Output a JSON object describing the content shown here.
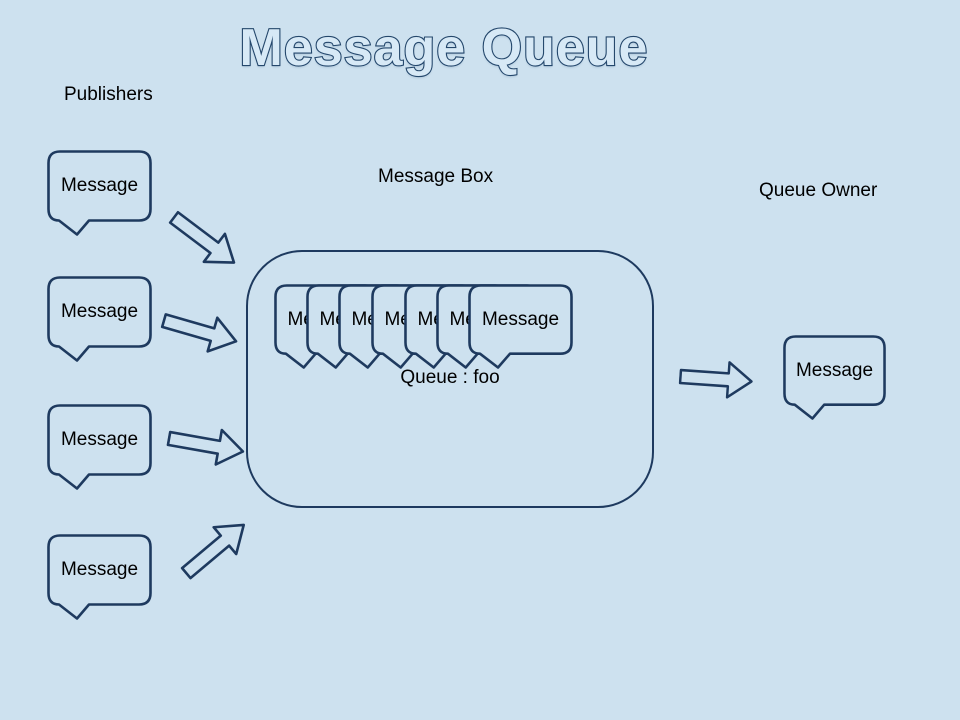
{
  "title": "Message Queue",
  "sections": {
    "publishers_label": "Publishers",
    "message_box_label": "Message Box",
    "queue_owner_label": "Queue Owner"
  },
  "publishers": {
    "messages": [
      "Message",
      "Message",
      "Message",
      "Message"
    ]
  },
  "queue": {
    "name_label": "Queue : foo",
    "messages": [
      "Message",
      "Message",
      "Message",
      "Message",
      "Message",
      "Message",
      "Message"
    ]
  },
  "owner": {
    "message": "Message"
  },
  "colors": {
    "background": "#cde1ef",
    "line": "#1e3a5f",
    "text": "#000000",
    "title_fill": "#d7e9f6",
    "title_stroke": "#24476b"
  }
}
